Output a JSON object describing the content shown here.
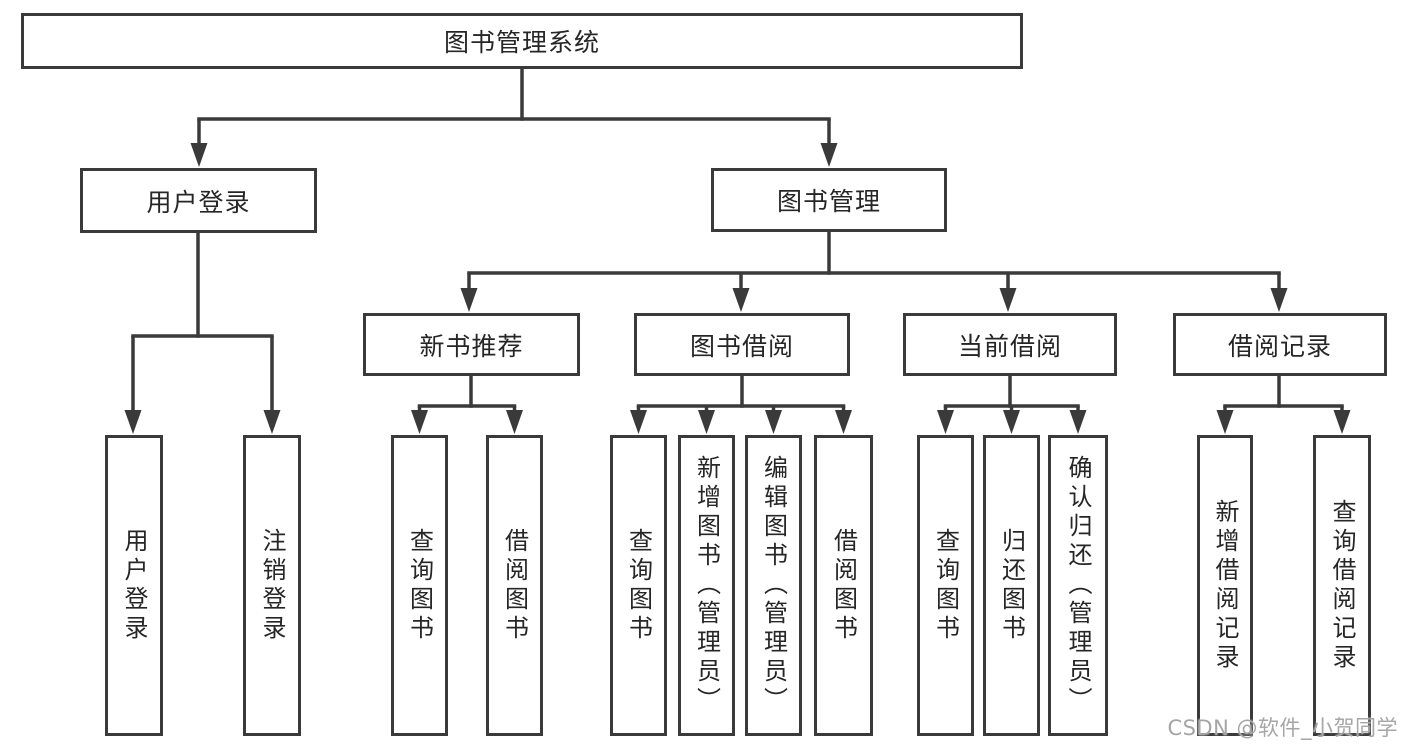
{
  "diagram": {
    "root": "图书管理系统",
    "branches": [
      {
        "label": "用户登录",
        "children": [
          "用户登录",
          "注销登录"
        ]
      },
      {
        "label": "图书管理",
        "sections": [
          {
            "label": "新书推荐",
            "children": [
              "查询图书",
              "借阅图书"
            ]
          },
          {
            "label": "图书借阅",
            "children": [
              "查询图书",
              "新增图书（管理员）",
              "编辑图书（管理员）",
              "借阅图书"
            ]
          },
          {
            "label": "当前借阅",
            "children": [
              "查询图书",
              "归还图书",
              "确认归还（管理员）"
            ]
          },
          {
            "label": "借阅记录",
            "children": [
              "新增借阅记录",
              "查询借阅记录"
            ]
          }
        ]
      }
    ]
  },
  "watermark": {
    "text": "CSDN @软件_小贺同学"
  },
  "colors": {
    "line": "#3a3a3a",
    "text": "#262626",
    "watermark": "#a6a6a6",
    "background": "#ffffff"
  }
}
